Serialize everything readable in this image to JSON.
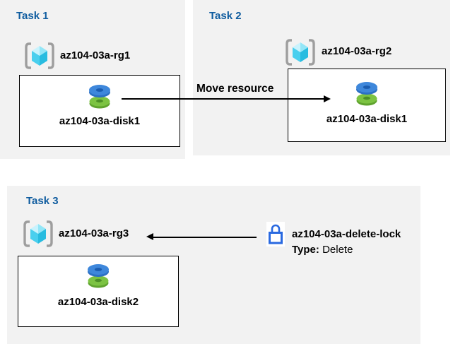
{
  "diagram": {
    "tasks": [
      {
        "title": "Task 1",
        "resource_group": "az104-03a-rg1",
        "resource": "az104-03a-disk1"
      },
      {
        "title": "Task 2",
        "resource_group": "az104-03a-rg2",
        "resource": "az104-03a-disk1"
      },
      {
        "title": "Task 3",
        "resource_group": "az104-03a-rg3",
        "resource": "az104-03a-disk2"
      }
    ],
    "move_arrow": {
      "label": "Move resource",
      "from": "az104-03a-disk1 in az104-03a-rg1",
      "to": "az104-03a-rg2"
    },
    "lock": {
      "name": "az104-03a-delete-lock",
      "type_label": "Type:",
      "type_value": "Delete",
      "applies_to": "az104-03a-rg3"
    },
    "icons": [
      "resource-group-icon",
      "disk-icon",
      "lock-icon",
      "arrow-right-icon",
      "arrow-left-icon"
    ],
    "colors": {
      "panel_bg": "#f2f2f2",
      "title_blue": "#0f5c9f",
      "text_black": "#000000",
      "box_border": "#000000",
      "disk_blue_face": "#3e87db",
      "disk_blue_rim": "#2c70c4",
      "disk_blue_hole": "#1a5cb0",
      "disk_green_face": "#7cc342",
      "disk_green_rim": "#5fa32e",
      "disk_green_hole": "#4c8f27",
      "cube_top_left": "#c9f3fd",
      "cube_top_right": "#93e6f7",
      "cube_bottom_left": "#49cfee",
      "cube_bottom_right": "#28bce0",
      "bracket_gray": "#9e9e9e",
      "lock_blue": "#2969e0"
    }
  }
}
